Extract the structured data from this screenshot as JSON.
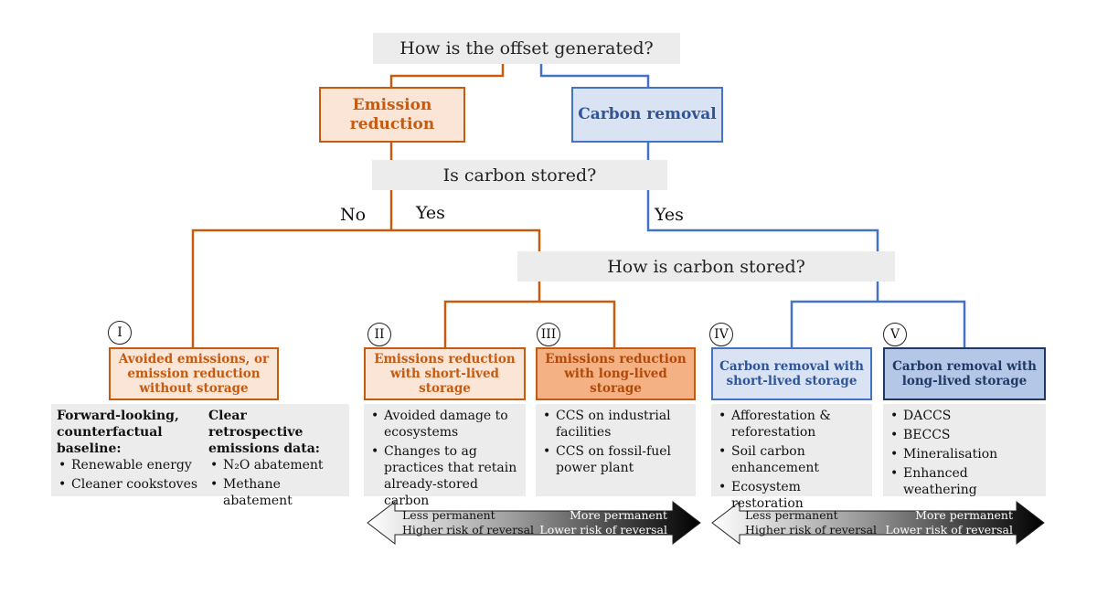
{
  "questions": {
    "q1": "How is the offset generated?",
    "q2": "Is carbon stored?",
    "q3": "How is carbon stored?"
  },
  "branches": {
    "emission_reduction": "Emission reduction",
    "carbon_removal": "Carbon removal",
    "no": "No",
    "yes_left": "Yes",
    "yes_right": "Yes"
  },
  "categories": [
    {
      "numeral": "I",
      "title": "Avoided emissions, or emission reduction without storage"
    },
    {
      "numeral": "II",
      "title": "Emissions reduction with short-lived storage"
    },
    {
      "numeral": "III",
      "title": "Emissions reduction with long-lived storage"
    },
    {
      "numeral": "IV",
      "title": "Carbon removal with short-lived storage"
    },
    {
      "numeral": "V",
      "title": "Carbon removal with long-lived storage"
    }
  ],
  "details": {
    "I_left_heading": "Forward-looking, counterfactual baseline",
    "I_left_items": [
      "Renewable energy",
      "Cleaner cookstoves"
    ],
    "I_right_heading": "Clear retrospective emissions data",
    "I_right_items": [
      "N₂O abatement",
      "Methane abatement"
    ],
    "II_items": [
      "Avoided damage to ecosystems",
      "Changes to ag practices that retain already-stored carbon"
    ],
    "III_items": [
      "CCS on industrial facilities",
      "CCS on fossil-fuel power plant"
    ],
    "IV_items": [
      "Afforestation & reforestation",
      "Soil carbon enhancement",
      "Ecosystem restoration"
    ],
    "V_items": [
      "DACCS",
      "BECCS",
      "Mineralisation",
      "Enhanced weathering"
    ]
  },
  "arrows": {
    "left_line1": "Less permanent",
    "left_line2": "Higher risk of reversal",
    "right_line1": "More permanent",
    "right_line2": "Lower risk of reversal"
  },
  "colors": {
    "orange": "#c55a11",
    "blue": "#4472c4",
    "navy": "#1f3864",
    "grey_panel": "#ececec"
  }
}
